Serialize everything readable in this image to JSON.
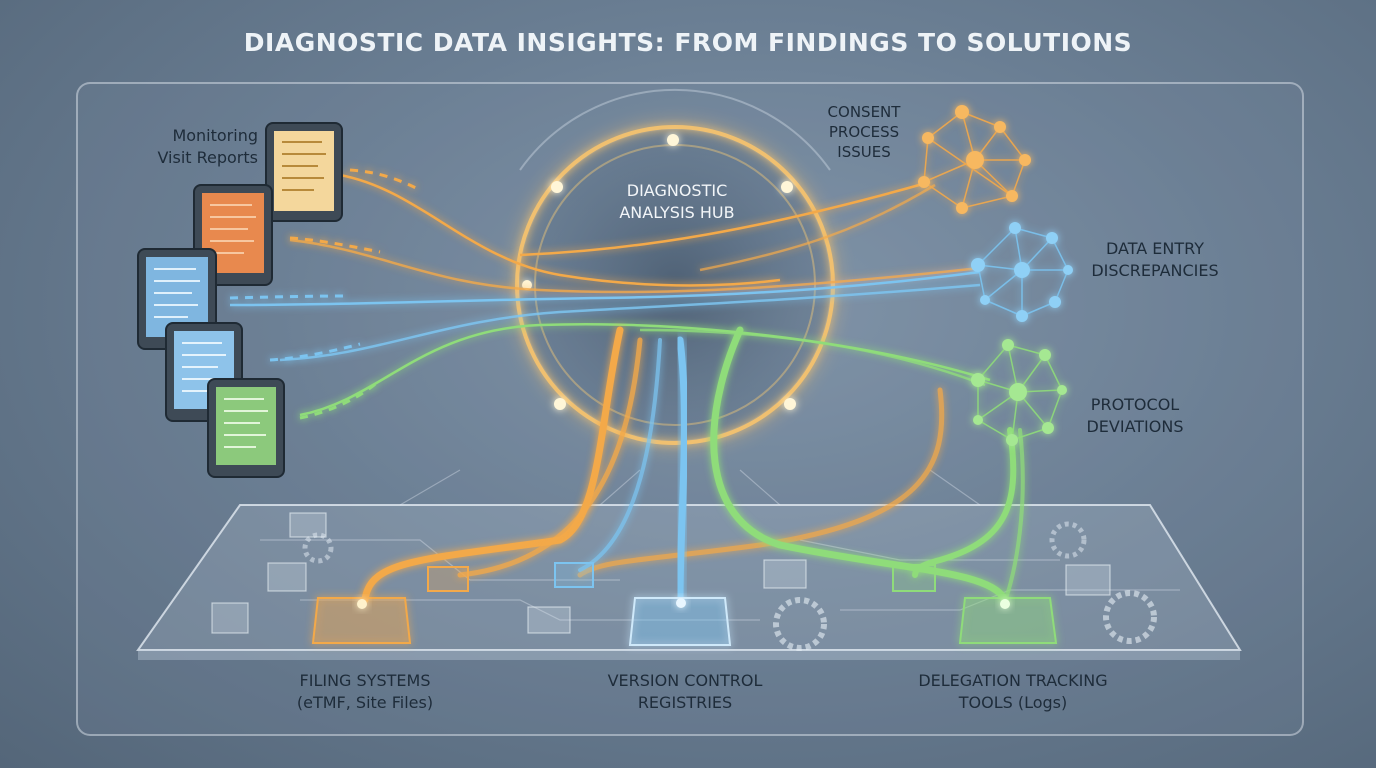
{
  "title": "DIAGNOSTIC DATA INSIGHTS: FROM FINDINGS TO SOLUTIONS",
  "hub": {
    "label": "DIAGNOSTIC ANALYSIS HUB"
  },
  "sources": {
    "label": "Monitoring Visit Reports"
  },
  "findings": [
    {
      "label": "CONSENT PROCESS ISSUES",
      "color": "#f3a94a"
    },
    {
      "label": "DATA ENTRY DISCREPANCIES",
      "color": "#7cc4f0"
    },
    {
      "label": "PROTOCOL DEVIATIONS",
      "color": "#8fdc7a"
    }
  ],
  "solutions": [
    {
      "label_line1": "FILING SYSTEMS",
      "label_line2": "(eTMF, Site Files)",
      "color": "#f3a94a"
    },
    {
      "label_line1": "VERSION CONTROL",
      "label_line2": "REGISTRIES",
      "color": "#7cc4f0"
    },
    {
      "label_line1": "DELEGATION TRACKING",
      "label_line2": "TOOLS (Logs)",
      "color": "#8fdc7a"
    }
  ],
  "colors": {
    "orange": "#f3a94a",
    "blue": "#7cc4f0",
    "green": "#8fdc7a",
    "hub_ring": "#f0c070"
  }
}
